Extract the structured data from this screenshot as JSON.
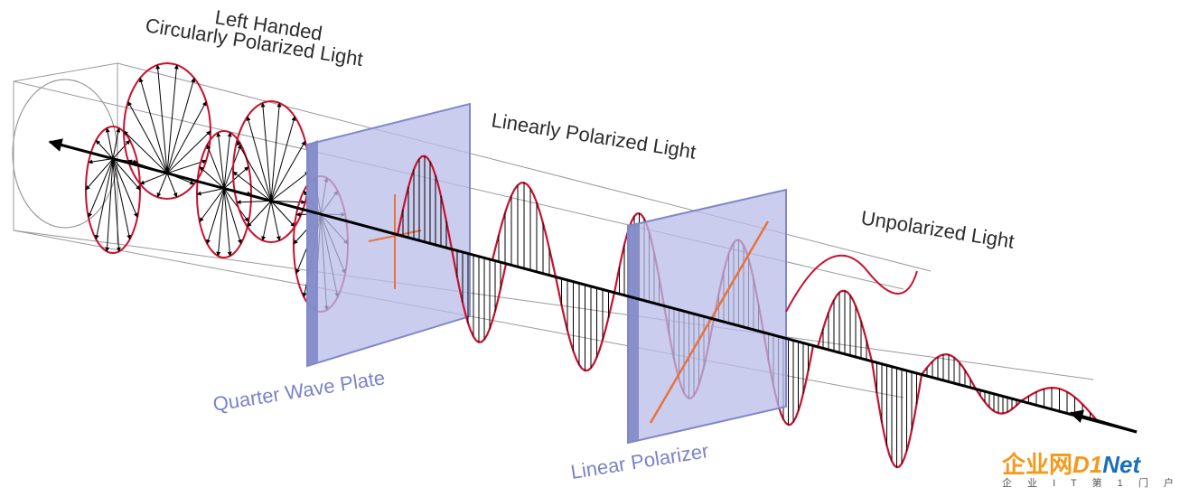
{
  "labels": {
    "left_handed": "Left Handed",
    "circularly": "Circularly Polarized Light",
    "linearly": "Linearly Polarized Light",
    "unpolarized": "Unpolarized Light",
    "quarter_wave": "Quarter Wave Plate",
    "linear_polarizer": "Linear Polarizer"
  },
  "watermark": {
    "brand_cn": "企业网",
    "brand_d1": "D1",
    "brand_net": "Net",
    "subline": "企 业 I T 第 1 门 户"
  },
  "colors": {
    "wave_red": "#c8102e",
    "plate_fill": "#b8bce8",
    "plate_edge": "#8088c8",
    "axis_black": "#000000",
    "label_blue": "#7a82c8",
    "fast_axis_orange": "#e8733a"
  }
}
